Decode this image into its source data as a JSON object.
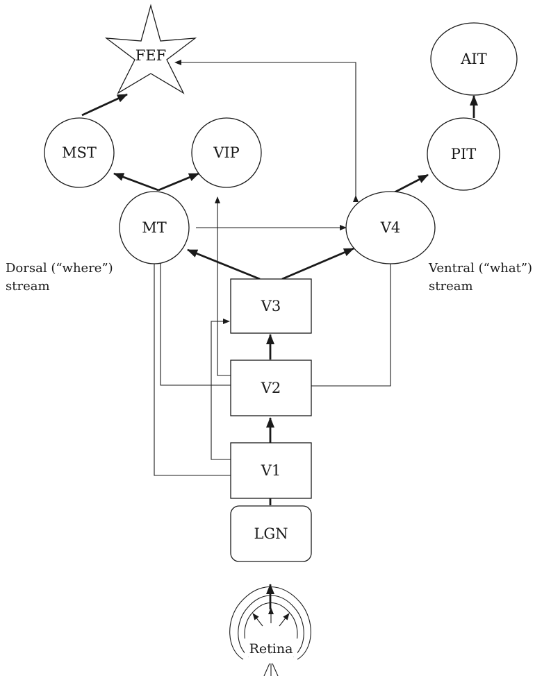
{
  "nodes": {
    "fef": "FEF",
    "ait": "AIT",
    "mst": "MST",
    "vip": "VIP",
    "pit": "PIT",
    "mt": "MT",
    "v4": "V4",
    "v3": "V3",
    "v2": "V2",
    "v1": "V1",
    "lgn": "LGN",
    "retina": "Retina"
  },
  "streams": {
    "dorsal": [
      "Dorsal (“where”)",
      "stream"
    ],
    "ventral": [
      "Ventral (“what”)",
      "stream"
    ]
  }
}
